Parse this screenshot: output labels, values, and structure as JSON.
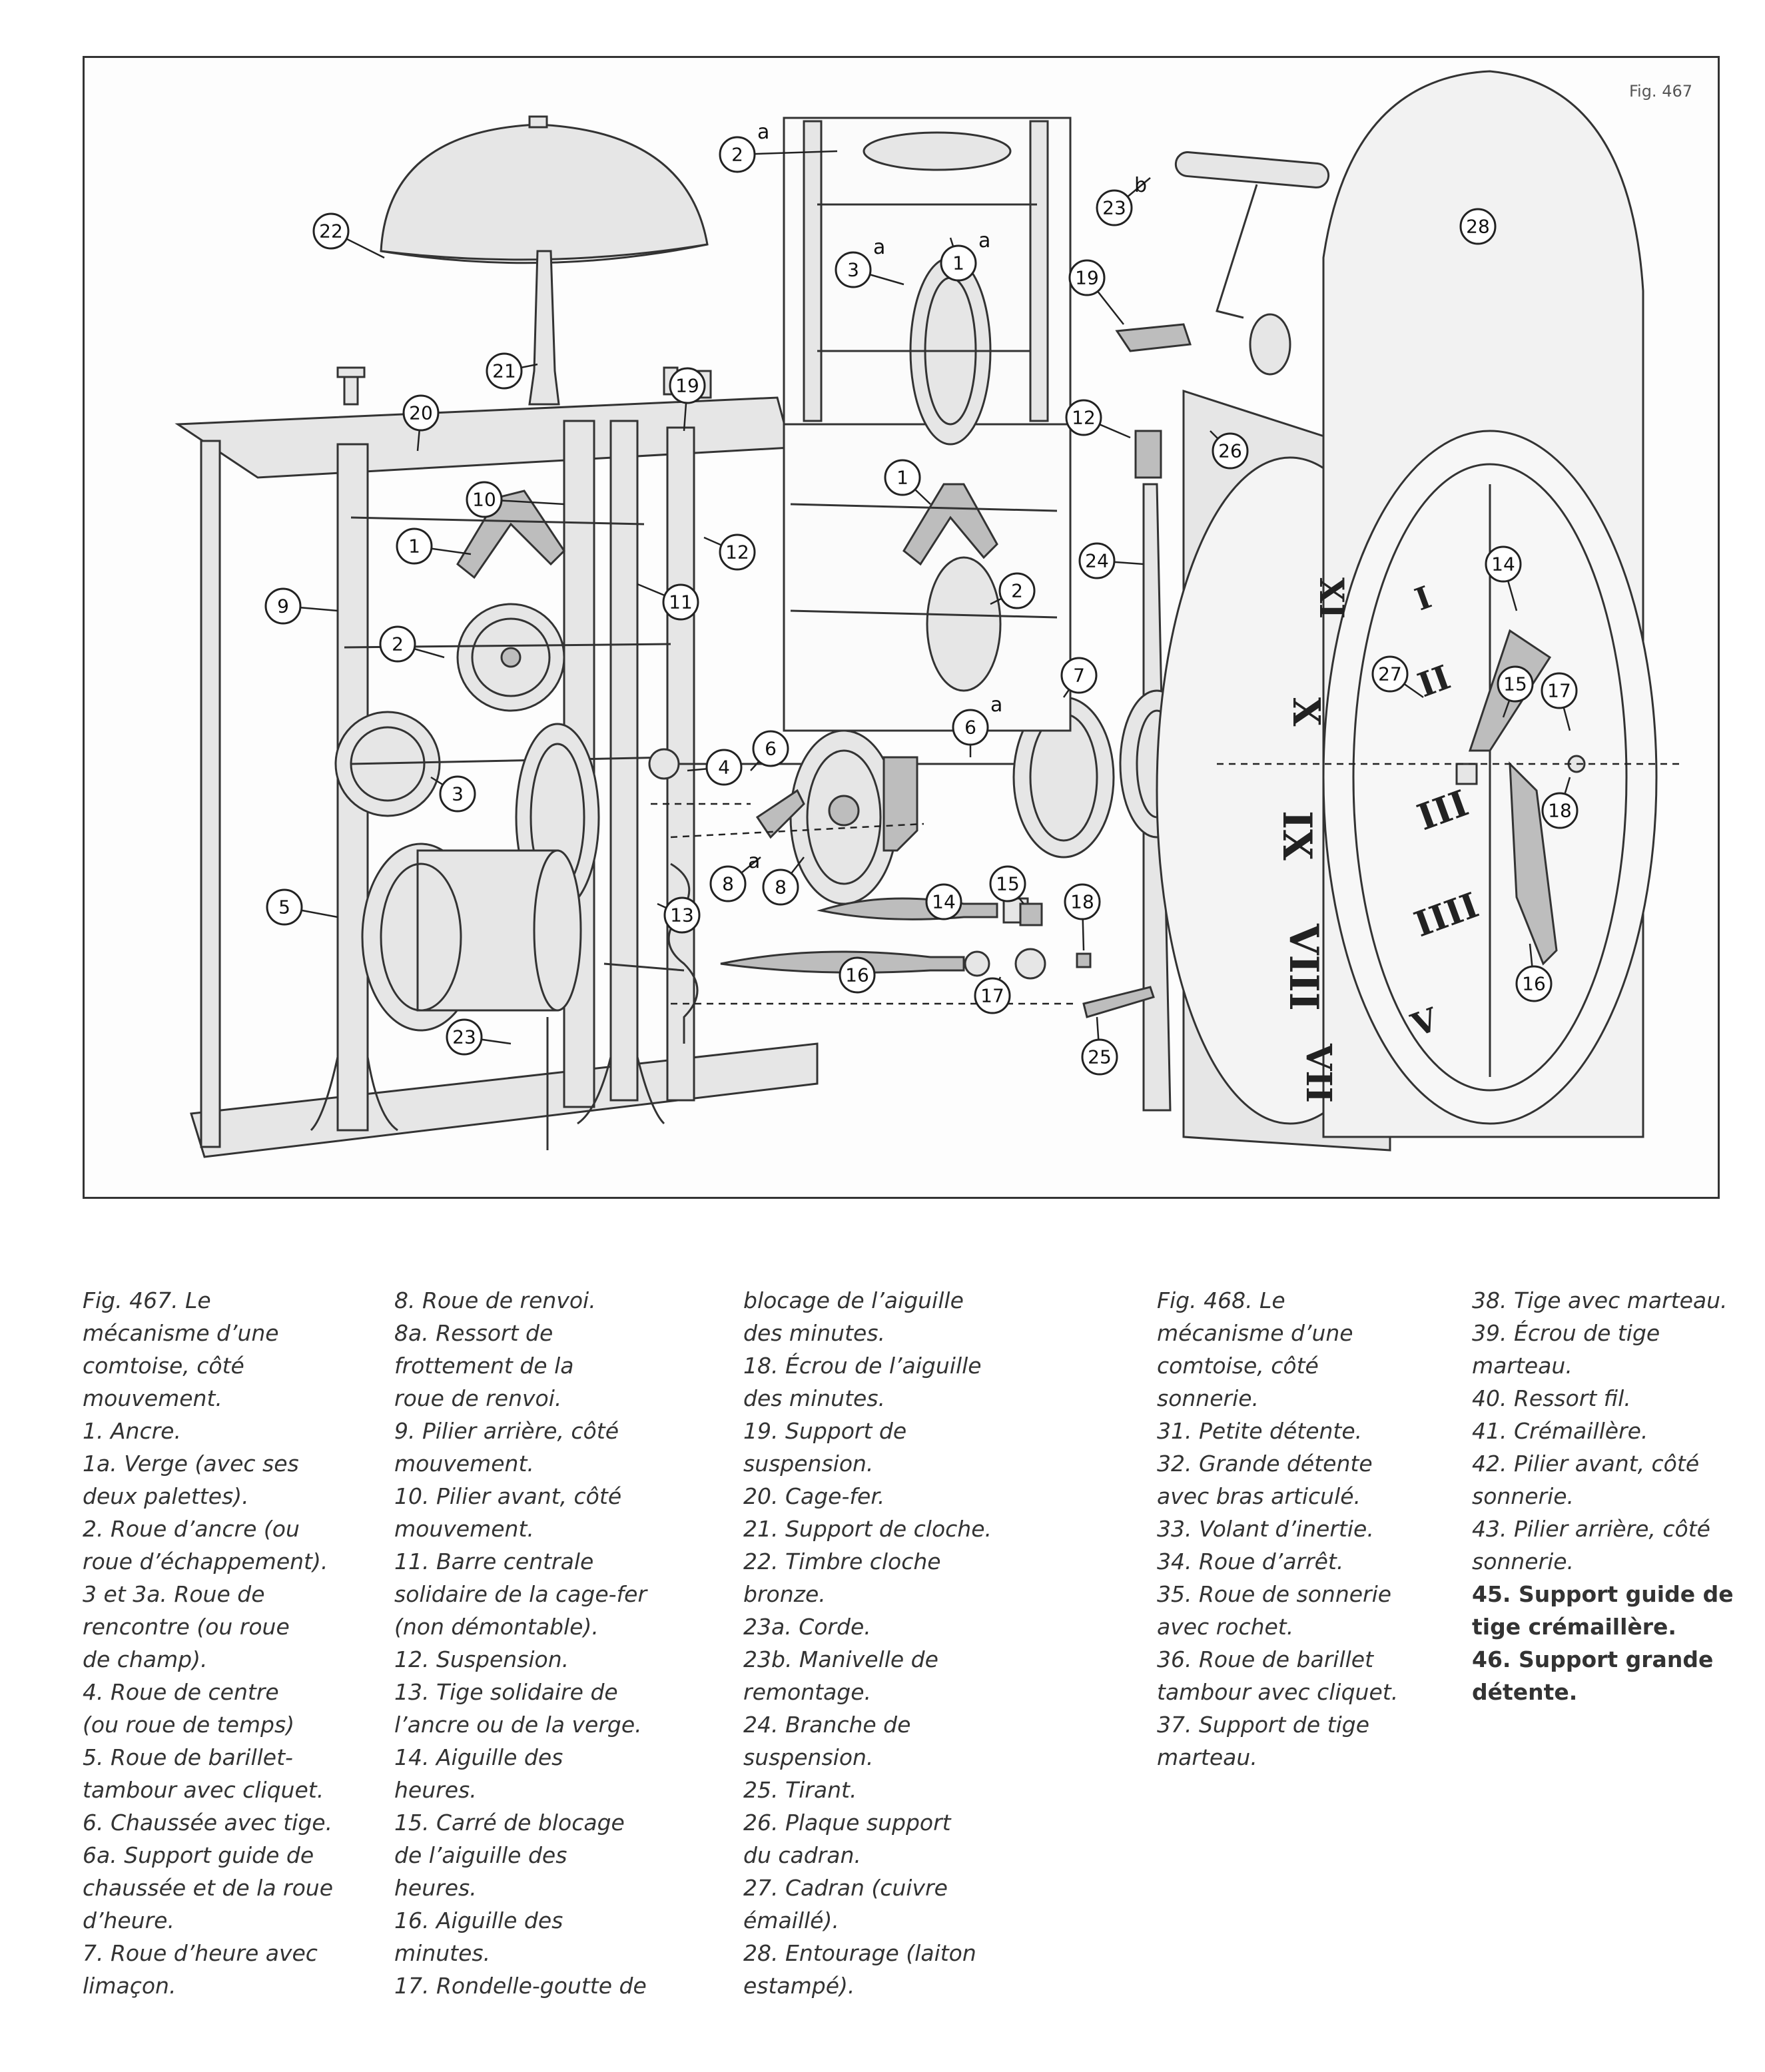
{
  "figure": {
    "number_label": "Fig. 467",
    "callouts": [
      {
        "id": "c22",
        "label": "22"
      },
      {
        "id": "c21",
        "label": "21"
      },
      {
        "id": "c20",
        "label": "20"
      },
      {
        "id": "c19a",
        "label": "19"
      },
      {
        "id": "c10",
        "label": "10"
      },
      {
        "id": "c12a",
        "label": "12"
      },
      {
        "id": "c1a",
        "label": "1"
      },
      {
        "id": "c11",
        "label": "11"
      },
      {
        "id": "c9",
        "label": "9"
      },
      {
        "id": "c2a",
        "label": "2"
      },
      {
        "id": "c3a",
        "label": "3"
      },
      {
        "id": "c5",
        "label": "5"
      },
      {
        "id": "c13",
        "label": "13"
      },
      {
        "id": "c23a",
        "label": "23"
      },
      {
        "id": "c4",
        "label": "4"
      },
      {
        "id": "c6",
        "label": "6"
      },
      {
        "id": "c8a",
        "label": "8"
      },
      {
        "id": "c8b",
        "label": "8"
      },
      {
        "id": "c14a",
        "label": "14"
      },
      {
        "id": "c16a",
        "label": "16"
      },
      {
        "id": "c15a",
        "label": "15"
      },
      {
        "id": "c17a",
        "label": "17"
      },
      {
        "id": "c18a",
        "label": "18"
      },
      {
        "id": "c6a",
        "label": "6"
      },
      {
        "id": "c7",
        "label": "7"
      },
      {
        "id": "c2b",
        "label": "2"
      },
      {
        "id": "c3b",
        "label": "3"
      },
      {
        "id": "c1b",
        "label": "1"
      },
      {
        "id": "c1c",
        "label": "1"
      },
      {
        "id": "c2c",
        "label": "2"
      },
      {
        "id": "c23b",
        "label": "23"
      },
      {
        "id": "c19b",
        "label": "19"
      },
      {
        "id": "c12b",
        "label": "12"
      },
      {
        "id": "c26",
        "label": "26"
      },
      {
        "id": "c24",
        "label": "24"
      },
      {
        "id": "c25",
        "label": "25"
      },
      {
        "id": "c28",
        "label": "28"
      },
      {
        "id": "c14b",
        "label": "14"
      },
      {
        "id": "c27",
        "label": "27"
      },
      {
        "id": "c15b",
        "label": "15"
      },
      {
        "id": "c17b",
        "label": "17"
      },
      {
        "id": "c18b",
        "label": "18"
      },
      {
        "id": "c16b",
        "label": "16"
      }
    ],
    "suffix_a": "a",
    "suffix_b": "b",
    "dial_numerals_left": [
      "XI",
      "X",
      "IX",
      "VIII",
      "VII"
    ],
    "dial_numerals_right": [
      "I",
      "II",
      "III",
      "IIII",
      "V"
    ]
  },
  "captions": {
    "col1": [
      "Fig. 467. Le",
      "mécanisme d’une",
      "comtoise, côté",
      "mouvement.",
      "1. Ancre.",
      "1a. Verge (avec ses",
      "deux palettes).",
      "2. Roue d’ancre (ou",
      "roue d’échappement).",
      "3 et 3a. Roue de",
      "rencontre (ou roue",
      "de champ).",
      "4. Roue de centre",
      "(ou roue de temps)",
      "5. Roue de barillet-",
      "tambour avec cliquet.",
      "6. Chaussée avec tige.",
      "6a. Support guide de",
      "chaussée et de la roue",
      "d’heure.",
      "7. Roue d’heure avec",
      "limaçon."
    ],
    "col2": [
      "8. Roue de renvoi.",
      "8a. Ressort de",
      "frottement de la",
      "roue de renvoi.",
      "9. Pilier arrière, côté",
      "mouvement.",
      "10. Pilier avant, côté",
      "mouvement.",
      "11. Barre centrale",
      "solidaire de la cage-fer",
      "(non démontable).",
      "12. Suspension.",
      "13. Tige solidaire de",
      "l’ancre ou de la verge.",
      "14. Aiguille des",
      "heures.",
      "15. Carré de blocage",
      "de l’aiguille des",
      "heures.",
      "16. Aiguille des",
      "minutes.",
      "17. Rondelle-goutte de"
    ],
    "col3": [
      "blocage de l’aiguille",
      "des minutes.",
      "18. Écrou de l’aiguille",
      "des minutes.",
      "19. Support de",
      "suspension.",
      "20. Cage-fer.",
      "21. Support de cloche.",
      "22. Timbre cloche",
      "bronze.",
      "23a. Corde.",
      "23b. Manivelle de",
      "remontage.",
      "24. Branche de",
      "suspension.",
      "25. Tirant.",
      "26. Plaque support",
      "du cadran.",
      "27. Cadran (cuivre",
      "émaillé).",
      "28. Entourage (laiton",
      "estampé)."
    ],
    "col4": [
      "Fig. 468. Le",
      "mécanisme d’une",
      "comtoise, côté",
      "sonnerie.",
      "31. Petite détente.",
      "32. Grande détente",
      "avec bras articulé.",
      "33. Volant d’inertie.",
      "34. Roue d’arrêt.",
      "35. Roue de sonnerie",
      "avec rochet.",
      "36. Roue de barillet",
      "tambour avec cliquet.",
      "37. Support de tige",
      "marteau."
    ],
    "col5": [
      "38. Tige avec marteau.",
      "39. Écrou de tige",
      "marteau.",
      "40. Ressort fil.",
      "41. Crémaillère.",
      "42. Pilier avant, côté",
      "sonnerie.",
      "43. Pilier arrière, côté",
      "sonnerie."
    ],
    "col5_bold": [
      "45. Support guide de",
      "tige crémaillère.",
      "46. Support grande",
      "détente."
    ]
  }
}
